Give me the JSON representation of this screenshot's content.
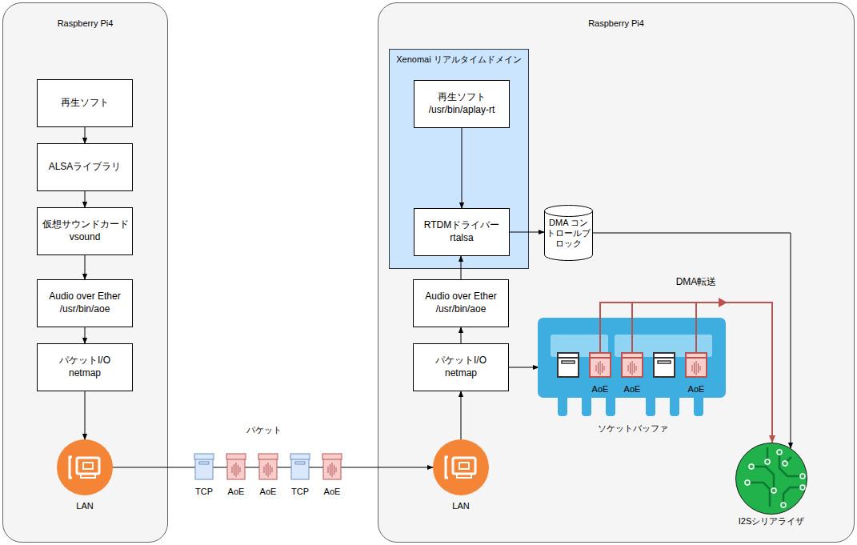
{
  "diagram": {
    "nodes": [
      {
        "text": [
          "Raspberry Pi4"
        ]
      },
      {
        "text": [
          "再生ソフト"
        ],
        "in": 0
      },
      {
        "text": [
          "ALSAライブラリ"
        ],
        "in": 0
      },
      {
        "text": [
          "仮想サウンドカード vsound"
        ],
        "in": 0
      },
      {
        "text": [
          "Audio over Ether /usr/bin/aoe"
        ],
        "in": 0
      },
      {
        "text": [
          "パケットI/O netmap"
        ],
        "in": 0
      },
      {
        "text": [
          "LAN"
        ],
        "in": 0
      },
      {
        "text": [
          "Raspberry Pi4"
        ]
      },
      {
        "text": [
          "Xenomai リアルタイムドメイン"
        ],
        "in": 7
      },
      {
        "text": [
          "再生ソフト /usr/bin/aplay-rt"
        ],
        "in": 8
      },
      {
        "text": [
          "RTDMドライバー rtalsa"
        ],
        "in": 8
      },
      {
        "text": [
          "DMA コントロールブロック"
        ],
        "in": 7
      },
      {
        "text": [
          "Audio over Ether /usr/bin/aoe"
        ],
        "in": 7
      },
      {
        "text": [
          "パケットI/O netmap"
        ],
        "in": 7
      },
      {
        "text": [
          "ソケットバッファ"
        ],
        "in": 7
      },
      {
        "text": [
          "LAN"
        ],
        "in": 7
      },
      {
        "text": [
          "I2Sシリアライザ"
        ],
        "in": 7
      }
    ],
    "edges": [
      {
        "from": 1,
        "to": 2,
        "arrow": "to"
      },
      {
        "from": 2,
        "to": 3,
        "arrow": "to"
      },
      {
        "from": 3,
        "to": 4,
        "arrow": "to"
      },
      {
        "from": 4,
        "to": 5,
        "arrow": "to"
      },
      {
        "from": 5,
        "to": 6,
        "arrow": "to"
      },
      {
        "from": 6,
        "to": 15,
        "arrow": "to"
      },
      {
        "from": 15,
        "to": 13,
        "arrow": "to"
      },
      {
        "from": 13,
        "to": 12,
        "arrow": "to"
      },
      {
        "from": 12,
        "to": 10,
        "arrow": "to"
      },
      {
        "from": 9,
        "to": 10,
        "arrow": "to"
      },
      {
        "from": 10,
        "to": 11,
        "arrow": "to"
      },
      {
        "from": 11,
        "to": 16,
        "arrow": "to"
      },
      {
        "from": 13,
        "to": 14,
        "arrow": "to"
      },
      {
        "from": 14,
        "to": 16,
        "label": "DMA転送",
        "arrow": "to"
      }
    ],
    "labels": [
      "パケット",
      "TCP",
      "AoE",
      "AoE",
      "TCP",
      "AoE",
      "AoE",
      "AoE",
      "AoE"
    ]
  }
}
